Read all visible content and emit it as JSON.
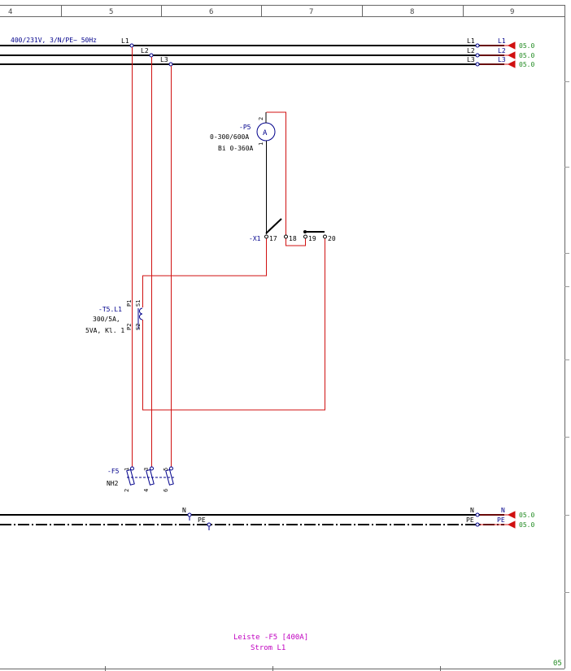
{
  "ruler": {
    "columns": [
      "4",
      "5",
      "6",
      "7",
      "8",
      "9"
    ]
  },
  "supply": {
    "spec": "400/231V, 3/N/PE~ 50Hz",
    "phases": [
      "L1",
      "L2",
      "L3"
    ],
    "right_labels": [
      "L1",
      "L2",
      "L3"
    ],
    "refs": [
      "05.0",
      "05.0",
      "05.0"
    ]
  },
  "ammeter": {
    "tag": "-P5",
    "symbol": "A",
    "range": "0-300/600A",
    "bi": "Bi 0-360A",
    "pin_top": "2",
    "pin_bottom": "1"
  },
  "terminals": {
    "tag": "-X1",
    "numbers": [
      "17",
      "18",
      "19",
      "20"
    ]
  },
  "transformer": {
    "tag": "-T5.L1",
    "ratio": "300/5A,",
    "rating": "5VA, Kl. 1",
    "p1": "P1",
    "p2": "P2",
    "s1": "S1",
    "s2": "S2"
  },
  "fuse": {
    "tag": "-F5",
    "type": "NH2",
    "pins_top": [
      "1",
      "3",
      "5"
    ],
    "pins_bottom": [
      "2",
      "4",
      "6"
    ]
  },
  "neutral": {
    "n_label": "N",
    "pe_label": "PE",
    "right_n": "N",
    "right_pe": "PE",
    "refs": [
      "05.0",
      "05.0"
    ]
  },
  "title_block": {
    "line1": "Leiste -F5 [400A]",
    "line2": "Strom L1"
  },
  "page_number": "05",
  "colors": {
    "bus": "#000000",
    "wire": "#d01010",
    "label": "#00008b",
    "ref": "#228b22",
    "title": "#c000c0",
    "grid": "#666666"
  }
}
